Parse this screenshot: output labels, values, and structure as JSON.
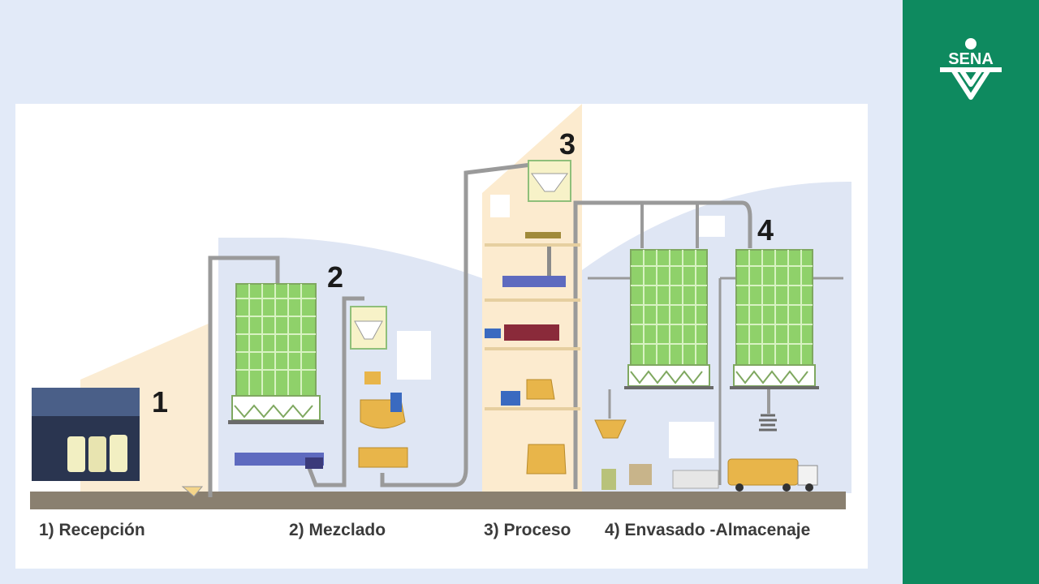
{
  "logo": {
    "text": "SENA",
    "icon": "sena-logo-icon"
  },
  "diagram": {
    "stages": [
      {
        "number": "1",
        "label": "1) Recepción"
      },
      {
        "number": "2",
        "label": "2) Mezclado"
      },
      {
        "number": "3",
        "label": "3) Proceso"
      },
      {
        "number": "4",
        "label": "4) Envasado -Almacenaje"
      }
    ]
  },
  "colors": {
    "slide_background": "#e2eaf8",
    "side_panel": "#0e8a5f",
    "silo_green": "#8fd16a",
    "pipe_gray": "#9a9a9a",
    "hopper_orange": "#e8b54a",
    "ground": "#8a8070"
  }
}
